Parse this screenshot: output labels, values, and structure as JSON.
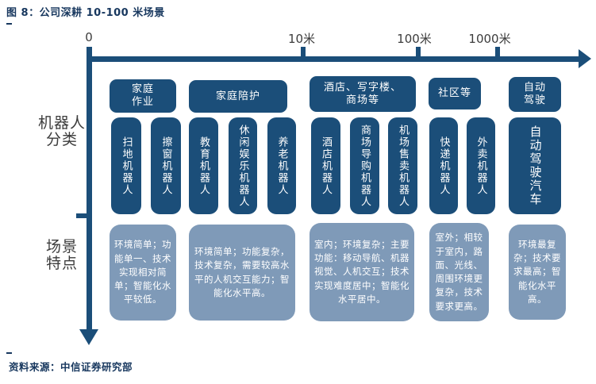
{
  "title": "图 8：公司深耕 10-100 米场景",
  "source": "资料来源：中信证券研究部",
  "colors": {
    "dark_blue": "#1B4E79",
    "light_blue": "#7F9AB8",
    "title_navy": "#17375E",
    "axis_text": "#3C3C3C"
  },
  "axis": {
    "ticks": [
      {
        "label": "0"
      },
      {
        "label": "10米"
      },
      {
        "label": "100米"
      },
      {
        "label": "1000米"
      }
    ]
  },
  "row_labels": [
    {
      "label": "机器人\n分类"
    },
    {
      "label": "场景\n特点"
    }
  ],
  "categories": [
    {
      "label": "家庭\n作业",
      "robots": [
        "扫地机器人",
        "擦窗机器人"
      ],
      "feature": "环境简单；功能单一、技术实现相对简单；智能化水平较低。"
    },
    {
      "label": "家庭陪护",
      "robots": [
        "教育机器人",
        "休闲娱乐机器人",
        "养老机器人"
      ],
      "feature": "环境简单；功能复杂，技术复杂，需要较高水平的人机交互能力；智能化水平高。"
    },
    {
      "label": "酒店、写字楼、\n商场等",
      "robots": [
        "酒店机器人",
        "商场导购机器人",
        "机场售卖机器人"
      ],
      "feature": "室内；环境复杂；主要功能：移动导航、机器视觉、人机交互；技术实现难度居中；智能化水平居中。"
    },
    {
      "label": "社区等",
      "robots": [
        "快递机器人",
        "外卖机器人"
      ],
      "feature": "室外；相较于室内，路面、光线、周围环境更复杂，技术要求更高。"
    },
    {
      "label": "自动\n驾驶",
      "robots": [
        "自动驾驶汽车"
      ],
      "feature": "环境最复杂；技术要求最高；智能化水平高。"
    }
  ]
}
